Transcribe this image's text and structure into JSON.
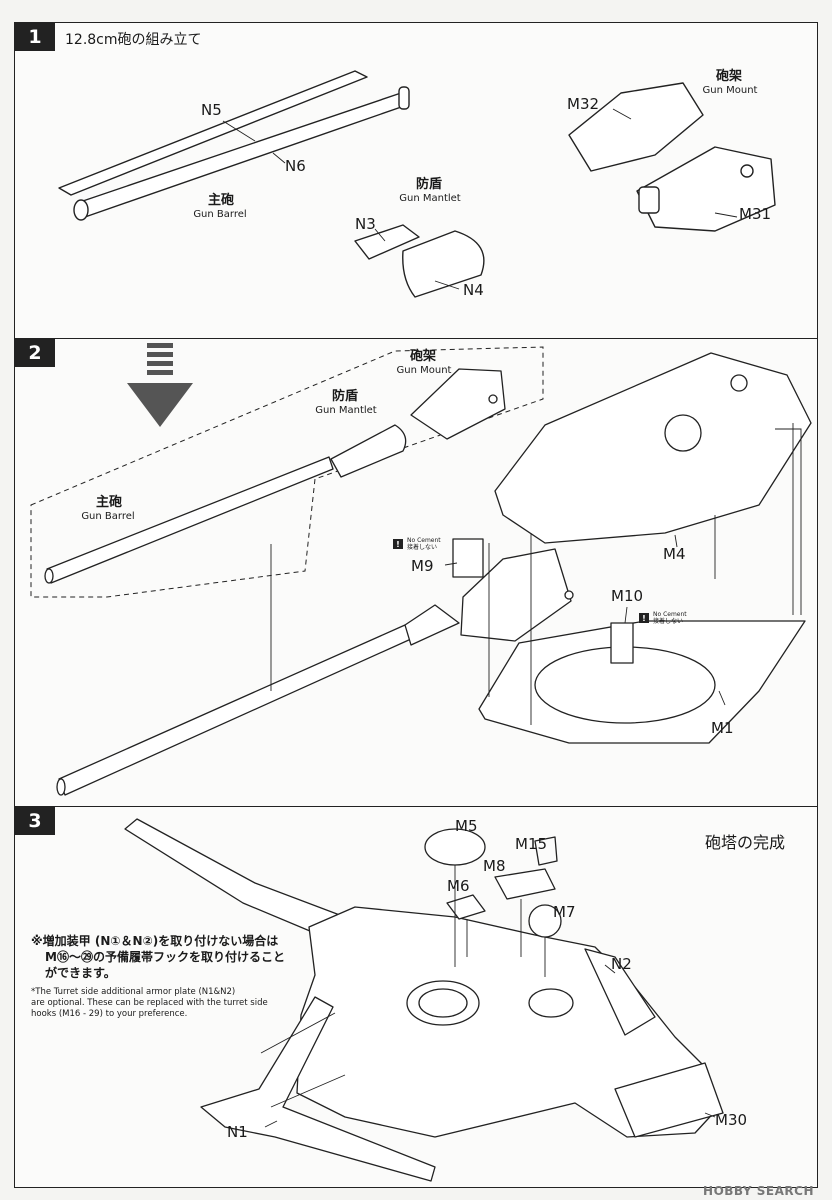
{
  "steps": [
    {
      "number": "1",
      "title": "12.8cm砲の組み立て",
      "labels": {
        "n5": "N5",
        "n6": "N6",
        "n3": "N3",
        "n4": "N4",
        "m32": "M32",
        "m31": "M31"
      },
      "captions": {
        "barrel_jp": "主砲",
        "barrel_en": "Gun Barrel",
        "mantlet_jp": "防盾",
        "mantlet_en": "Gun Mantlet",
        "mount_jp": "砲架",
        "mount_en": "Gun Mount"
      }
    },
    {
      "number": "2",
      "labels": {
        "m9": "M9",
        "m10": "M10",
        "m4": "M4",
        "m1": "M1"
      },
      "captions": {
        "mount_jp": "砲架",
        "mount_en": "Gun Mount",
        "mantlet_jp": "防盾",
        "mantlet_en": "Gun Mantlet",
        "barrel_jp": "主砲",
        "barrel_en": "Gun Barrel"
      },
      "no_cement": {
        "en": "No Cement",
        "jp": "接着しない"
      }
    },
    {
      "number": "3",
      "title": "砲塔の完成",
      "labels": {
        "m5": "M5",
        "m15": "M15",
        "m8": "M8",
        "m6": "M6",
        "m7": "M7",
        "n2": "N2",
        "n1": "N1",
        "m30": "M30"
      },
      "note": {
        "jp_line1": "※増加装甲 (N①＆N②)を取り付けない場合は",
        "jp_line2": "M⑯〜㉙の予備履帯フックを取り付けること",
        "jp_line3": "ができます。",
        "en_line1": "*The Turret side additional armor plate (N1&N2)",
        "en_line2": "are optional. These can be replaced with the turret side",
        "en_line3": "hooks (M16 - 29) to your preference."
      }
    }
  ],
  "watermark": "HOBBY SEARCH"
}
